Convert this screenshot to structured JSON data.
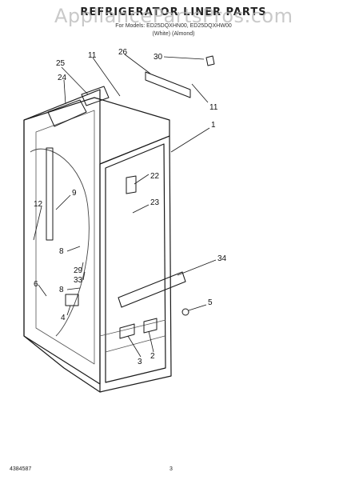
{
  "header": {
    "title": "REFRIGERATOR LINER PARTS",
    "watermark": "AppliancePartsPros.com",
    "model_line": "For Models: ED25DQXHN00, ED25DQXHW00",
    "color_line": "(White)        (Almond)"
  },
  "callouts": [
    "25",
    "11",
    "26",
    "30",
    "24",
    "11",
    "1",
    "22",
    "9",
    "23",
    "12",
    "8",
    "29",
    "34",
    "6",
    "33",
    "8",
    "5",
    "4",
    "3",
    "2"
  ],
  "footer": {
    "doc_number": "4384587",
    "page": "3"
  }
}
